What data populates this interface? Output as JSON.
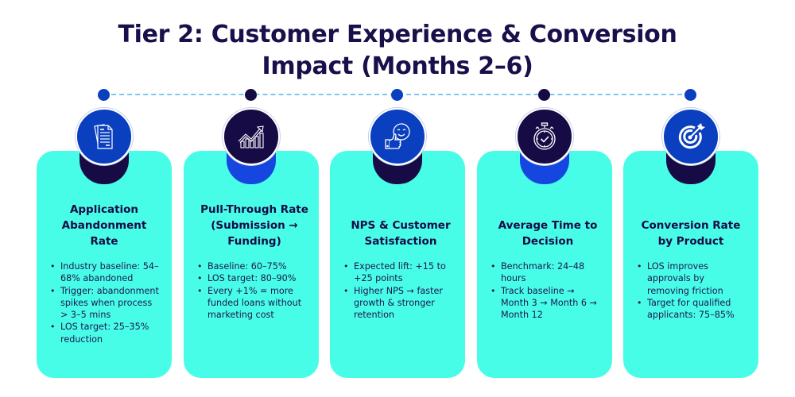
{
  "title": {
    "line1": "Tier 2: Customer Experience & Conversion",
    "line2": "Impact (Months 2–6)"
  },
  "colors": {
    "card_background": "#48fde8",
    "navy": "#160b45",
    "blue": "#0a3fbf",
    "bright_blue": "#1546e0",
    "timeline_dash": "#7fc6f2"
  },
  "timeline": {
    "dots": [
      {
        "color": "blue"
      },
      {
        "color": "navy"
      },
      {
        "color": "blue"
      },
      {
        "color": "navy"
      },
      {
        "color": "blue"
      }
    ]
  },
  "cards": [
    {
      "icon": "documents-icon",
      "circle_color": "blue",
      "pillar_color": "navy",
      "title": "Application Abandonment Rate",
      "bullets": [
        "Industry baseline: 54–68% abandoned",
        "Trigger: abandonment spikes when process > 3–5 mins",
        "LOS target: 25–35% reduction"
      ]
    },
    {
      "icon": "growth-chart-icon",
      "circle_color": "navy",
      "pillar_color": "bright",
      "title": "Pull-Through Rate (Submission → Funding)",
      "bullets": [
        "Baseline: 60–75%",
        "LOS target: 80–90%",
        "Every +1% = more funded loans without marketing cost"
      ]
    },
    {
      "icon": "thumbs-up-smiley-icon",
      "circle_color": "blue",
      "pillar_color": "navy",
      "title": "NPS & Customer Satisfaction",
      "bullets": [
        "Expected lift: +15 to +25 points",
        "Higher NPS → faster growth & stronger retention"
      ]
    },
    {
      "icon": "stopwatch-check-icon",
      "circle_color": "navy",
      "pillar_color": "bright",
      "title": "Average Time to Decision",
      "bullets": [
        "Benchmark: 24–48 hours",
        "Track baseline → Month 3 → Month 6 → Month 12"
      ]
    },
    {
      "icon": "target-arrow-icon",
      "circle_color": "blue",
      "pillar_color": "navy",
      "title": "Conversion Rate by Product",
      "bullets": [
        "LOS improves approvals by removing friction",
        "Target for qualified applicants: 75–85%"
      ]
    }
  ]
}
